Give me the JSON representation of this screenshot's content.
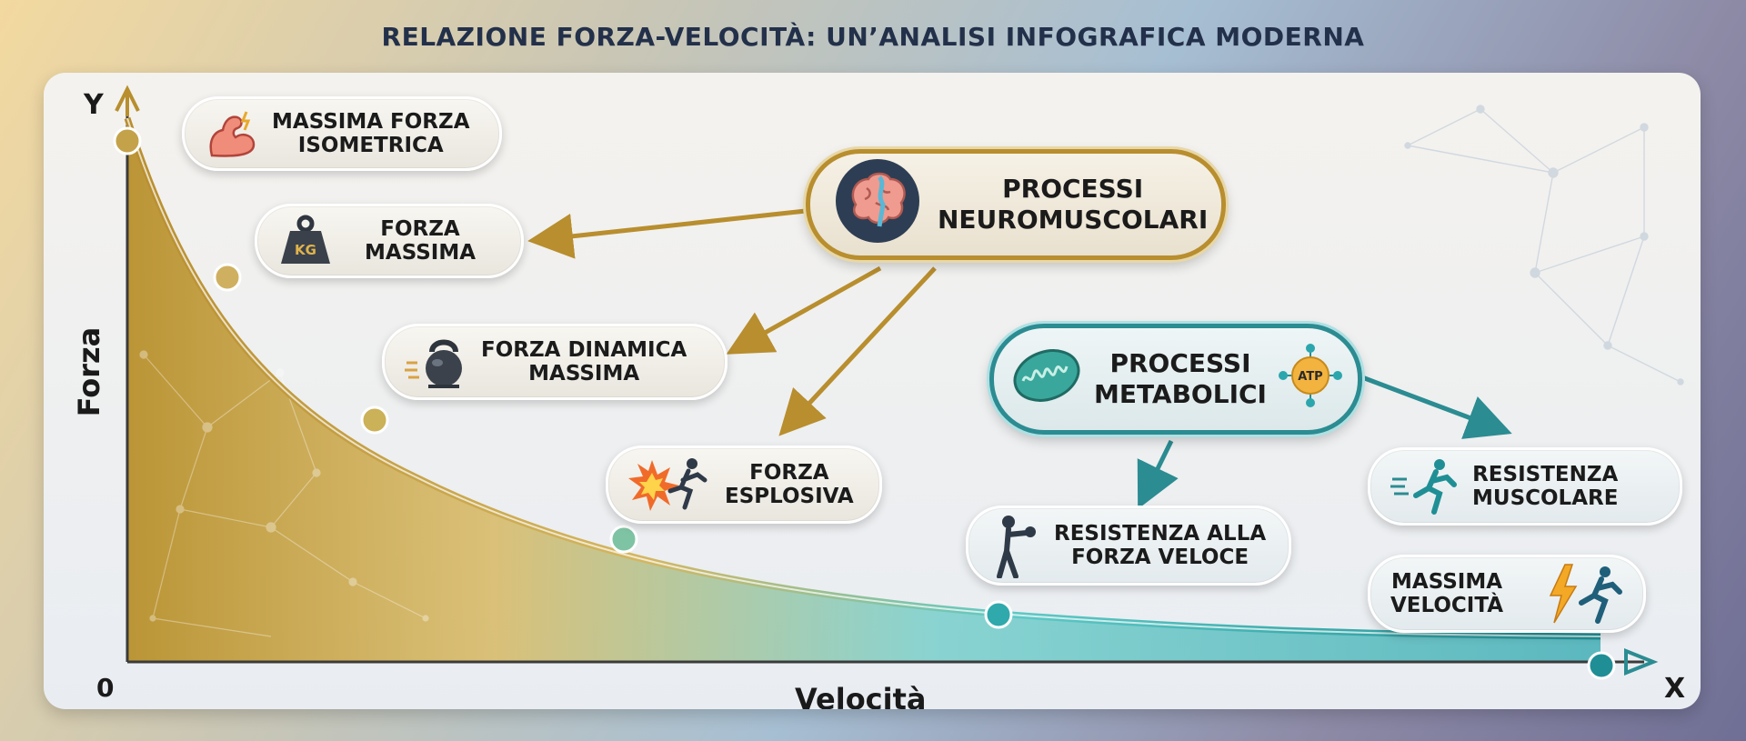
{
  "title": "RELAZIONE FORZA-VELOCITÀ: UN’ANALISI INFOGRAFICA MODERNA",
  "axes": {
    "y_letter": "Y",
    "x_letter": "X",
    "origin": "0",
    "y_label": "Forza",
    "x_label": "Velocità"
  },
  "colors": {
    "gold": "#b88e2e",
    "teal": "#2b8c92",
    "curve_start": "#c9a23a",
    "curve_end": "#36c3c9"
  },
  "nodes": {
    "neuro": {
      "label": "PROCESSI\nNEUROMUSCOLARI",
      "icon": "brain-icon"
    },
    "meta": {
      "label": "PROCESSI\nMETABOLICI",
      "icon_left": "mitochondria-icon",
      "icon_right": "atp-icon",
      "atp_text": "ATP"
    }
  },
  "chips": {
    "isometric": {
      "label": "MASSIMA FORZA\nISOMETRICA",
      "icon": "flexed-arm-icon"
    },
    "max_force": {
      "label": "FORZA\nMASSIMA",
      "icon": "kg-weight-icon",
      "icon_text": "KG"
    },
    "dynamic": {
      "label": "FORZA DINAMICA\nMASSIMA",
      "icon": "kettlebell-icon"
    },
    "explosive": {
      "label": "FORZA\nESPLOSIVA",
      "icon": "explosion-runner-icon"
    },
    "fast_endurance": {
      "label": "RESISTENZA ALLA\nFORZA VELOCE",
      "icon": "boxer-icon"
    },
    "muscle_endurance": {
      "label": "RESISTENZA\nMUSCOLARE",
      "icon": "runner-icon"
    },
    "max_speed": {
      "label": "MASSIMA\nVELOCITÀ",
      "icon": "sprinter-lightning-icon"
    }
  }
}
